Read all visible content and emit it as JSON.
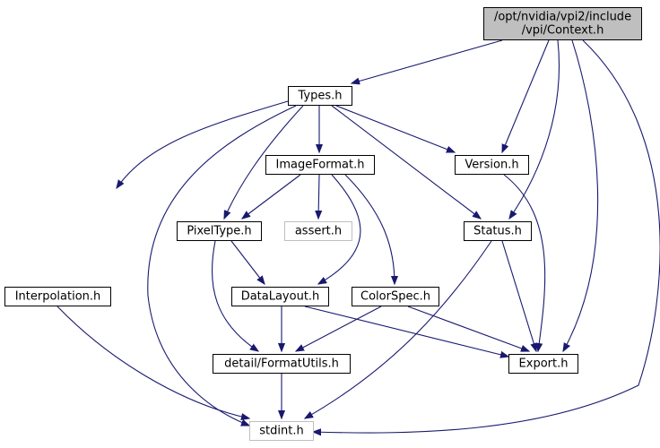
{
  "graph": {
    "nodes": [
      {
        "id": "context",
        "lines": [
          "/opt/nvidia/vpi2/include",
          "/vpi/Context.h"
        ],
        "kind": "root"
      },
      {
        "id": "types",
        "lines": [
          "Types.h"
        ],
        "kind": "normal"
      },
      {
        "id": "imageformat",
        "lines": [
          "ImageFormat.h"
        ],
        "kind": "normal"
      },
      {
        "id": "version",
        "lines": [
          "Version.h"
        ],
        "kind": "normal"
      },
      {
        "id": "pixeltype",
        "lines": [
          "PixelType.h"
        ],
        "kind": "normal"
      },
      {
        "id": "assert",
        "lines": [
          "assert.h"
        ],
        "kind": "external"
      },
      {
        "id": "status",
        "lines": [
          "Status.h"
        ],
        "kind": "normal"
      },
      {
        "id": "interpolation",
        "lines": [
          "Interpolation.h"
        ],
        "kind": "normal"
      },
      {
        "id": "datalayout",
        "lines": [
          "DataLayout.h"
        ],
        "kind": "normal"
      },
      {
        "id": "colorspec",
        "lines": [
          "ColorSpec.h"
        ],
        "kind": "normal"
      },
      {
        "id": "formatutils",
        "lines": [
          "detail/FormatUtils.h"
        ],
        "kind": "normal"
      },
      {
        "id": "export",
        "lines": [
          "Export.h"
        ],
        "kind": "normal"
      },
      {
        "id": "stdint",
        "lines": [
          "stdint.h"
        ],
        "kind": "external"
      }
    ],
    "edges": [
      {
        "from": "context",
        "to": "types"
      },
      {
        "from": "context",
        "to": "version"
      },
      {
        "from": "context",
        "to": "status"
      },
      {
        "from": "context",
        "to": "export"
      },
      {
        "from": "context",
        "to": "stdint"
      },
      {
        "from": "types",
        "to": "imageformat"
      },
      {
        "from": "types",
        "to": "version"
      },
      {
        "from": "types",
        "to": "pixeltype"
      },
      {
        "from": "types",
        "to": "status"
      },
      {
        "from": "types",
        "to": "interpolation"
      },
      {
        "from": "types",
        "to": "stdint"
      },
      {
        "from": "imageformat",
        "to": "pixeltype"
      },
      {
        "from": "imageformat",
        "to": "assert"
      },
      {
        "from": "imageformat",
        "to": "datalayout"
      },
      {
        "from": "imageformat",
        "to": "colorspec"
      },
      {
        "from": "version",
        "to": "export"
      },
      {
        "from": "pixeltype",
        "to": "datalayout"
      },
      {
        "from": "pixeltype",
        "to": "formatutils"
      },
      {
        "from": "status",
        "to": "export"
      },
      {
        "from": "status",
        "to": "stdint"
      },
      {
        "from": "interpolation",
        "to": "stdint"
      },
      {
        "from": "datalayout",
        "to": "formatutils"
      },
      {
        "from": "datalayout",
        "to": "export"
      },
      {
        "from": "colorspec",
        "to": "formatutils"
      },
      {
        "from": "colorspec",
        "to": "export"
      },
      {
        "from": "formatutils",
        "to": "stdint"
      }
    ],
    "colors": {
      "edge": "#191970",
      "root_fill": "#bfbfbf",
      "node_fill": "#ffffff",
      "node_border": "#000000",
      "external_border": "#bfbfbf"
    }
  }
}
